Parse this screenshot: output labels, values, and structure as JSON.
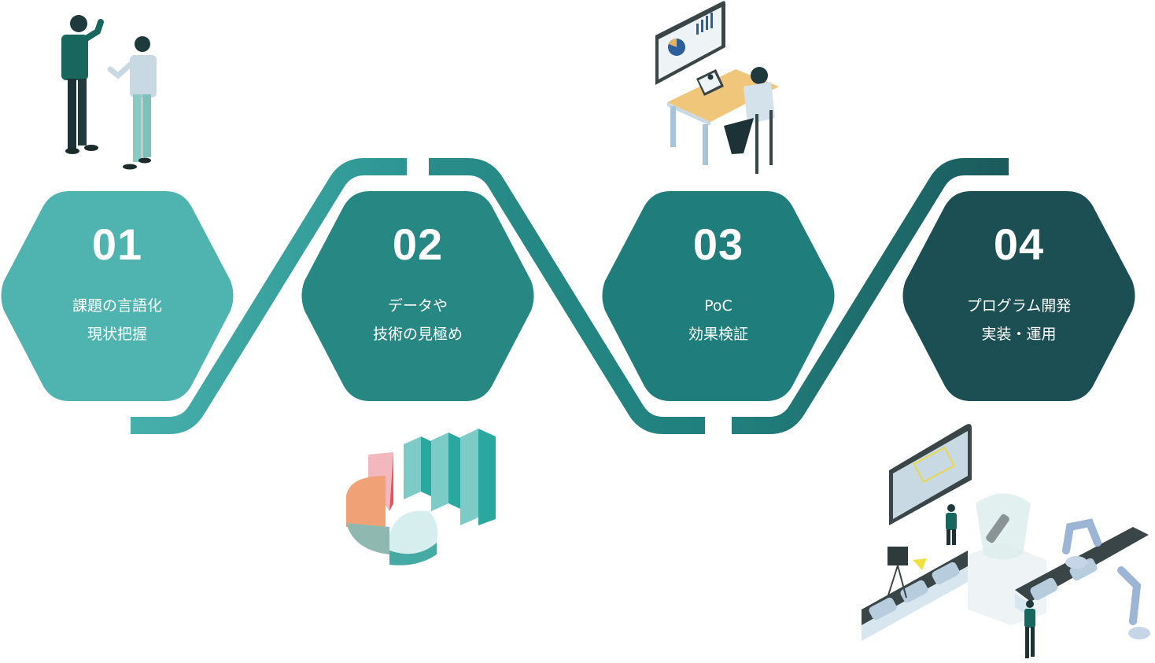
{
  "diagram": {
    "type": "process-flow",
    "connector_style": "zigzag band linking hexagons",
    "steps": [
      {
        "number": "01",
        "line1": "課題の言語化",
        "line2": "現状把握",
        "color": "#4fb3b0",
        "illustration": "two-people-discussing"
      },
      {
        "number": "02",
        "line1": "データや",
        "line2": "技術の見極め",
        "color": "#268783",
        "illustration": "3d-pie-and-bar-chart"
      },
      {
        "number": "03",
        "line1": "PoC",
        "line2": "効果検証",
        "color": "#1f7d7b",
        "illustration": "person-at-desk-with-dashboard"
      },
      {
        "number": "04",
        "line1": "プログラム開発",
        "line2": "実装・運用",
        "color": "#1b4f53",
        "illustration": "factory-inspection-line"
      }
    ],
    "connector_colors": [
      "#3aa6a1",
      "#248682",
      "#1c6a6b"
    ]
  }
}
